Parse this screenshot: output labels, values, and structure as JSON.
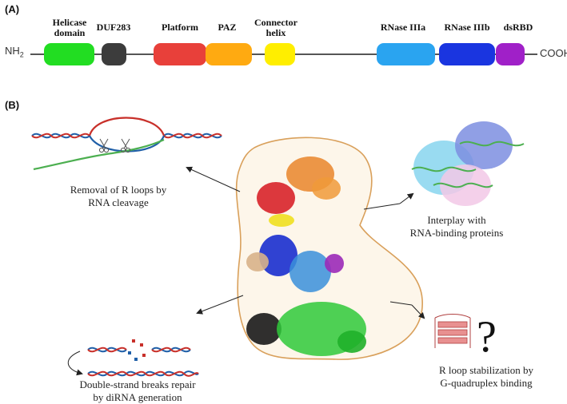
{
  "panel_a": {
    "label": "(A)",
    "n_terminus": "NH",
    "n_terminus_sub": "2",
    "c_terminus": "COOH",
    "domains": [
      {
        "line1": "Helicase",
        "line2": "domain",
        "color": "#22dd22"
      },
      {
        "line1": "DUF283",
        "line2": "",
        "color": "#3c3c3c"
      },
      {
        "line1": "Platform",
        "line2": "",
        "color": "#e8403a"
      },
      {
        "line1": "PAZ",
        "line2": "",
        "color": "#ffaa11"
      },
      {
        "line1": "Connector",
        "line2": "helix",
        "color": "#ffee00"
      },
      {
        "line1": "RNase IIIa",
        "line2": "",
        "color": "#2aa4f0"
      },
      {
        "line1": "RNase IIIb",
        "line2": "",
        "color": "#1a35e0"
      },
      {
        "line1": "dsRBD",
        "line2": "",
        "color": "#a020c8"
      }
    ]
  },
  "panel_b": {
    "label": "(B)",
    "captions": {
      "rloop_removal": [
        "Removal of R loops by",
        "RNA cleavage"
      ],
      "interplay": [
        "Interplay with",
        "RNA-binding proteins"
      ],
      "dsb_repair": [
        "Double-strand breaks repair",
        "by diRNA generation"
      ],
      "gquad": [
        "R loop stabilization by",
        "G-quadruplex binding"
      ]
    },
    "question_mark": "?"
  },
  "colors": {
    "dna_blue": "#1f5fa8",
    "dna_red": "#c8302a",
    "rna_green": "#4caf50",
    "shape_outline": "#d9a05b",
    "shape_fill": "#fdf6ea"
  }
}
